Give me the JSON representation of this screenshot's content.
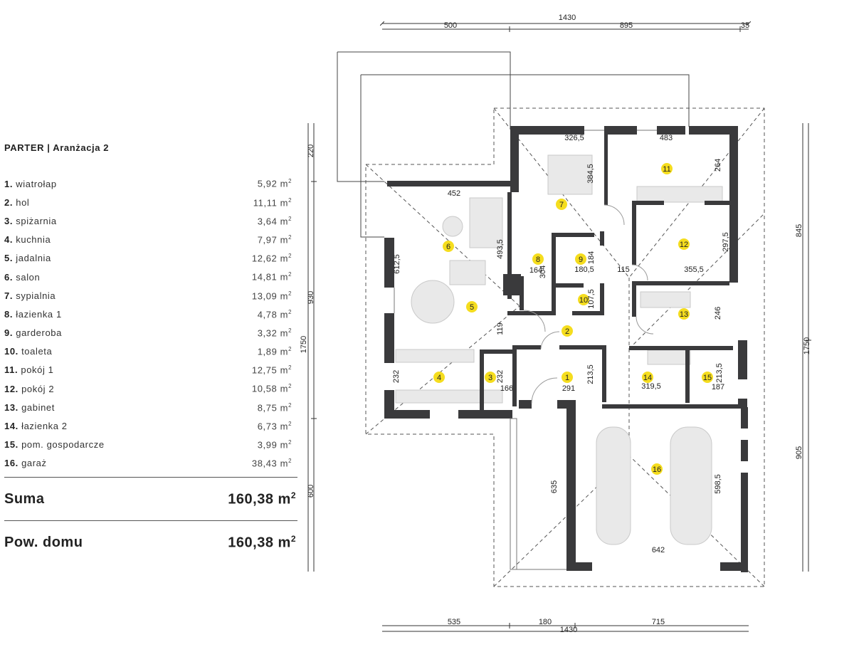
{
  "legend": {
    "title": "PARTER | Aranżacja 2",
    "unit": "m",
    "unit_sup": "2",
    "rooms": [
      {
        "num": "1.",
        "name": "wiatrołap",
        "area": "5,92"
      },
      {
        "num": "2.",
        "name": "hol",
        "area": "11,11"
      },
      {
        "num": "3.",
        "name": "spiżarnia",
        "area": "3,64"
      },
      {
        "num": "4.",
        "name": "kuchnia",
        "area": "7,97"
      },
      {
        "num": "5.",
        "name": "jadalnia",
        "area": "12,62"
      },
      {
        "num": "6.",
        "name": "salon",
        "area": "14,81"
      },
      {
        "num": "7.",
        "name": "sypialnia",
        "area": "13,09"
      },
      {
        "num": "8.",
        "name": "łazienka 1",
        "area": "4,78"
      },
      {
        "num": "9.",
        "name": "garderoba",
        "area": "3,32"
      },
      {
        "num": "10.",
        "name": "toaleta",
        "area": "1,89"
      },
      {
        "num": "11.",
        "name": "pokój 1",
        "area": "12,75"
      },
      {
        "num": "12.",
        "name": "pokój 2",
        "area": "10,58"
      },
      {
        "num": "13.",
        "name": "gabinet",
        "area": "8,75"
      },
      {
        "num": "14.",
        "name": "łazienka 2",
        "area": "6,73"
      },
      {
        "num": "15.",
        "name": "pom. gospodarcze",
        "area": "3,99"
      },
      {
        "num": "16.",
        "name": "garaż",
        "area": "38,43"
      }
    ],
    "sum_label": "Suma",
    "sum_value": "160,38 m",
    "house_label": "Pow. domu",
    "house_value": "160,38 m"
  },
  "plan": {
    "dims_top": {
      "total": "1430",
      "a": "500",
      "b": "895",
      "c": "35"
    },
    "dims_bottom": {
      "total": "1430",
      "a": "535",
      "b": "180",
      "c": "715"
    },
    "dims_left": {
      "total": "1750",
      "a": "220",
      "b": "930",
      "c": "600"
    },
    "dims_right": {
      "total": "1750",
      "a": "845",
      "b": "905"
    },
    "dims_inner": {
      "d3265": "326,5",
      "d483": "483",
      "d452": "452",
      "d3845": "384,5",
      "d264": "264",
      "d4935": "493,5",
      "d6125": "612,5",
      "d164": "164",
      "d304": "304",
      "d1805": "180,5",
      "d184": "184",
      "d115": "115",
      "d3555": "355,5",
      "d2975": "297,5",
      "d1075": "107,5",
      "d119": "119",
      "d246": "246",
      "d232a": "232",
      "d232b": "232",
      "d166": "166",
      "d291": "291",
      "d2135a": "213,5",
      "d3195": "319,5",
      "d187": "187",
      "d2135b": "213,5",
      "d635": "635",
      "d5985": "598,5",
      "d642": "642"
    },
    "room_markers": [
      "1",
      "2",
      "3",
      "4",
      "5",
      "6",
      "7",
      "8",
      "9",
      "10",
      "11",
      "12",
      "13",
      "14",
      "15",
      "16"
    ]
  },
  "colors": {
    "wall": "#3a3a3c",
    "marker": "#f5dd1e",
    "dash": "#555555"
  }
}
